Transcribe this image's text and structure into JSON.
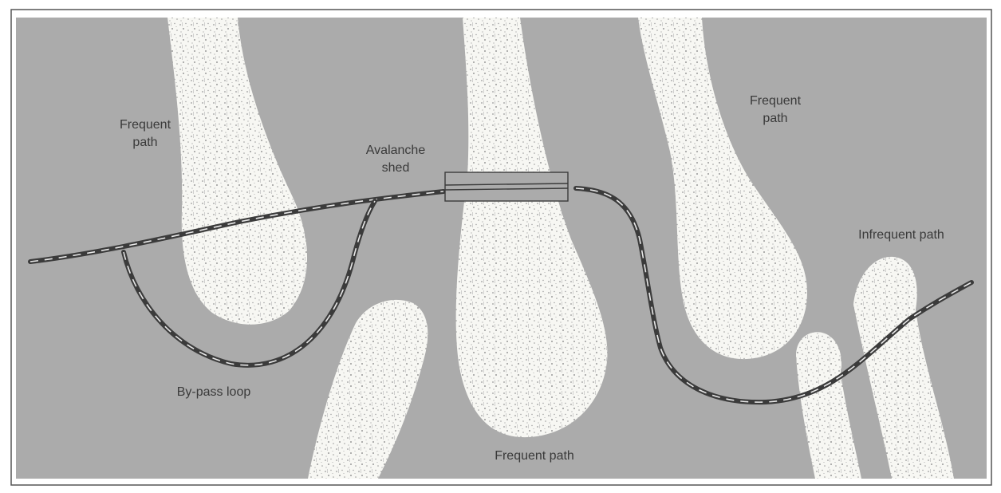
{
  "labels": {
    "frequent_path_left": "Frequent\npath",
    "frequent_path_right": "Frequent\npath",
    "infrequent_path": "Infrequent path",
    "avalanche_shed": "Avalanche\nshed",
    "bypass_loop": "By-pass loop",
    "frequent_path_bottom": "Frequent path"
  },
  "colors": {
    "background": "#ababab",
    "avalanche_deposit": "#f7f7f3",
    "speckle": "#9a9a9a",
    "road": "#3b3b3b",
    "road_center": "#e8e8e8",
    "border": "#555555"
  }
}
